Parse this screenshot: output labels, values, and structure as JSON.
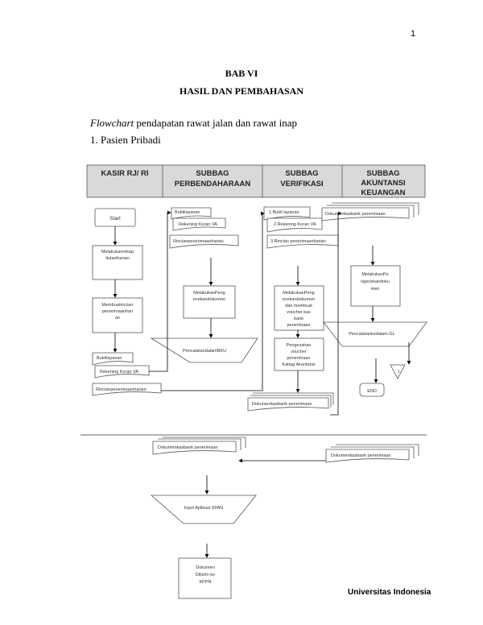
{
  "page_number": "1",
  "chapter": "BAB VI",
  "chapter_title": "HASIL DAN PEMBAHASAN",
  "intro": {
    "italic": "Flowchart",
    "rest": " pendapatan rawat jalan dan rawat inap"
  },
  "subheading": "1.  Pasien Pribadi",
  "flowchart": {
    "headers": {
      "kasir": [
        "KASIR RJ/ RI"
      ],
      "perbendaharaan": [
        "SUBBAG",
        "PERBENDAHARAAN"
      ],
      "verifikasi": [
        "SUBBAG",
        "VERIFIKASI"
      ],
      "akuntansi": [
        "SUBBAG",
        "AKUNTANSI",
        "KEUANGAN"
      ]
    },
    "kasir": {
      "start": "Start",
      "rekap": [
        "Melakukanrekap",
        "itulasiharian"
      ],
      "rincian_box": [
        "Membuatrincian",
        "penerimaanhari",
        "an"
      ],
      "bukti": "Buktilayanan",
      "rekening": "Rekening Koran VA",
      "rincian_doc": "Rincianpenerimaanharian"
    },
    "perbendaharaan": {
      "bukti": "Buktilayanan",
      "rekening": "Rekening Koran VA",
      "rincian": "Rincianpenerimaanharian",
      "cek": [
        "MelakukanPeng",
        "ecekandokumen"
      ],
      "pencatatan": "PencatatandalamBKU"
    },
    "verifikasi": {
      "bukti": "1.Bukti layanan",
      "rekening": "2.Rekening Koran VA",
      "rincian": "3.Rincian penerimaanharian",
      "cek": [
        "MelakukanPeng",
        "ecekandokumen",
        "dan membuat",
        "voucher kas",
        "bank",
        "penerimaan"
      ],
      "pengesahan": [
        "Pengesahan",
        "voucher",
        "penerimaan",
        "Kabag Akuntansi"
      ],
      "dokumen": "Dokumenkasbank penerimaan"
    },
    "akuntansi": {
      "dokumen": "Dokumenkasbank penerimaan",
      "cek": [
        "MelakukanPe",
        "ngecekandoku",
        "men"
      ],
      "pencatatan": "Pencatatankedalam GL",
      "end": "END",
      "connector": "1"
    },
    "bottom": {
      "dokumen_left": "Dokumenkasbank penerimaan",
      "dokumen_right": "Dokumenkasbank penerimaan",
      "input": "Input Aplikasi SPAN",
      "kirim": [
        "Dokumen",
        "Dikirim ke",
        "KPPN"
      ]
    }
  },
  "footer": "Universitas Indonesia"
}
